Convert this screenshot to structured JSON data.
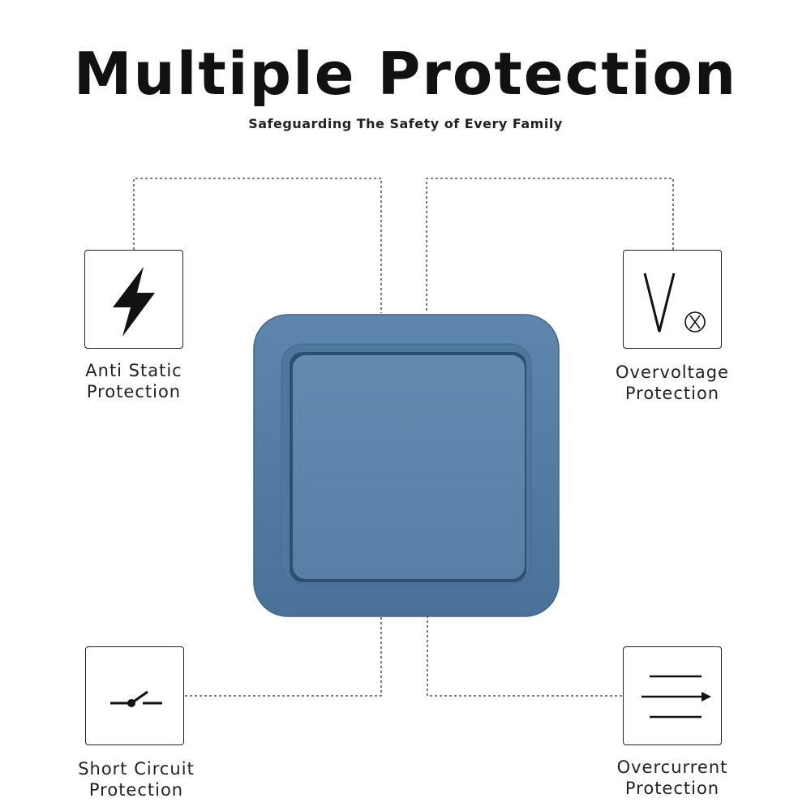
{
  "header": {
    "title": "Multiple Protection",
    "subtitle": "Safeguarding The Safety of Every Family"
  },
  "features": [
    {
      "icon": "lightning-bolt-icon",
      "line1": "Anti Static",
      "line2": "Protection"
    },
    {
      "icon": "voltage-cross-icon",
      "line1": "Overvoltage",
      "line2": "Protection"
    },
    {
      "icon": "open-switch-circuit-icon",
      "line1": "Short Circuit",
      "line2": "Protection"
    },
    {
      "icon": "current-flow-arrow-icon",
      "line1": "Overcurrent",
      "line2": "Protection"
    }
  ],
  "product": {
    "name": "wall-light-switch",
    "color": "#5b82a8",
    "frame_color": "#4f77a0"
  }
}
